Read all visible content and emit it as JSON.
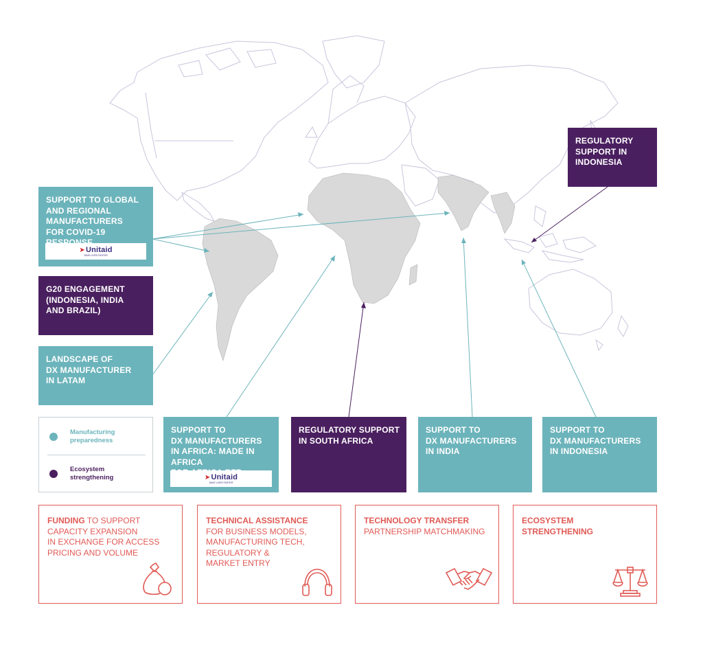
{
  "colors": {
    "teal": "#6cb4bb",
    "purple": "#4a1f5f",
    "red": "#e05a55",
    "land": "#d9d9d9"
  },
  "boxes": {
    "global": {
      "label": "Support to global\nand regional\nmanufacturers\nfor COVID-19 response"
    },
    "g20": {
      "label": "G20 engagement\n(Indonesia, India\nand Brazil)"
    },
    "latam": {
      "label": "Landscape of\nDx manufacturer\nin LATAM"
    },
    "reg_indonesia": {
      "label": "Regulatory\nsupport in\nIndonesia"
    },
    "africa": {
      "label": "Support to\nDx manufacturers\nin Africa: Made in Africa\nfor Africa RFP"
    },
    "reg_sa": {
      "label": "Regulatory support\nin South Africa"
    },
    "india": {
      "label": "Support to\nDx manufacturers\nin India"
    },
    "indonesia": {
      "label": "Support to\nDx manufacturers\nin Indonesia"
    }
  },
  "logo": {
    "name": "Unitaid",
    "tagline": "SAVE LIVES FASTER"
  },
  "legend": {
    "manufacturing": "Manufacturing\npreparedness",
    "ecosystem": "Ecosystem\nstrengthening"
  },
  "capabilities": [
    {
      "bold": "Funding",
      "text": " to support\ncapacity expansion\nin exchange for access\npricing and volume",
      "icon": "money-bag-icon"
    },
    {
      "bold": "Technical assistance",
      "text": "\nfor business models,\nmanufacturing tech,\nregulatory &\nmarket entry",
      "icon": "headphones-icon"
    },
    {
      "bold": "Technology transfer",
      "text": "\npartnership matchmaking",
      "icon": "handshake-icon"
    },
    {
      "bold": "Ecosystem\nstrengthening",
      "text": "",
      "icon": "scales-icon"
    }
  ]
}
